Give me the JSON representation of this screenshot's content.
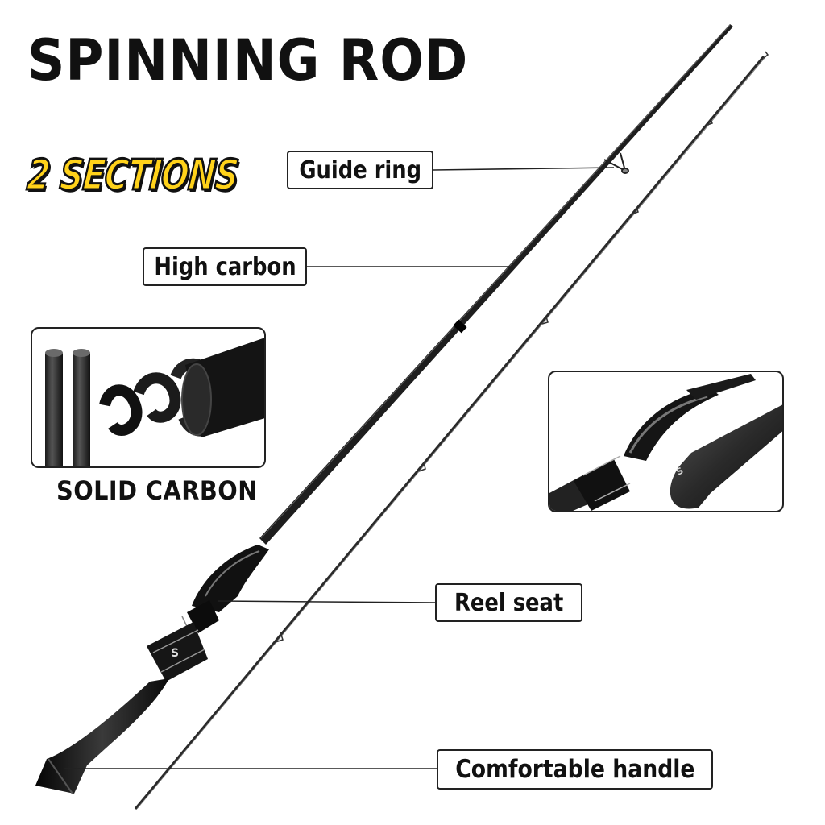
{
  "title": "SPINNING ROD",
  "badge": "2 SECTIONS",
  "labels": {
    "guide_ring": "Guide ring",
    "high_carbon": "High carbon",
    "reel_seat": "Reel seat",
    "handle": "Comfortable handle"
  },
  "inset_caption": "SOLID CARBON",
  "colors": {
    "badge_fill": "#ffd21a",
    "text": "#111111",
    "rod": "#1c1c1c"
  }
}
